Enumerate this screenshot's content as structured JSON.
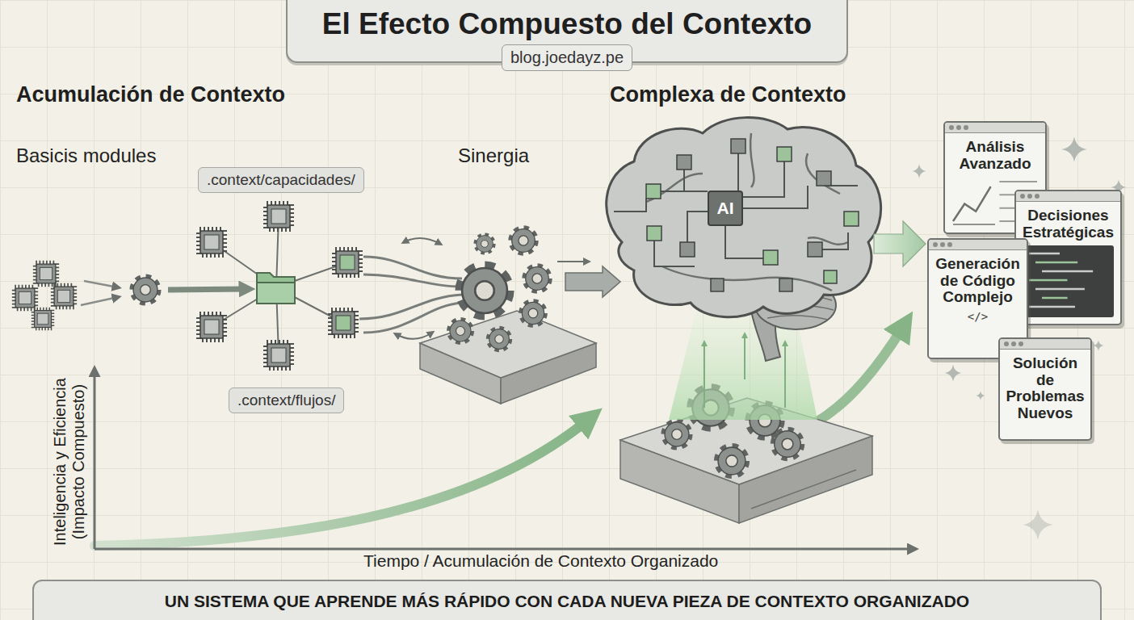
{
  "diagram": {
    "title": "El Efecto Compuesto del Contexto",
    "caption": "UN SISTEMA QUE APRENDE MÁS RÁPIDO CON CADA NUEVA PIEZA DE CONTEXTO ORGANIZADO",
    "nodes": [
      {
        "text": [
          "blog.joedayz.pe"
        ]
      },
      {
        "text": [
          ".context/capacidades/"
        ]
      },
      {
        "text": [
          ".context/flujos/"
        ]
      },
      {
        "text": [
          "AI"
        ]
      },
      {
        "text": [
          "Análisis Avanzado"
        ]
      },
      {
        "text": [
          "Decisiones Estratégicas"
        ]
      },
      {
        "text": [
          "Generación de Código Complejo",
          "</>"
        ]
      },
      {
        "text": [
          "Solución de Problemas Nuevos"
        ]
      }
    ],
    "labels": [
      "Acumulación de Contexto",
      "Complexa de Contexto",
      "Basicis modules",
      "Sinergia",
      "Inteligencia y Eficiencia (Impacto Compuesto)",
      "Tiempo / Acumulación de Contexto Organizado"
    ]
  }
}
